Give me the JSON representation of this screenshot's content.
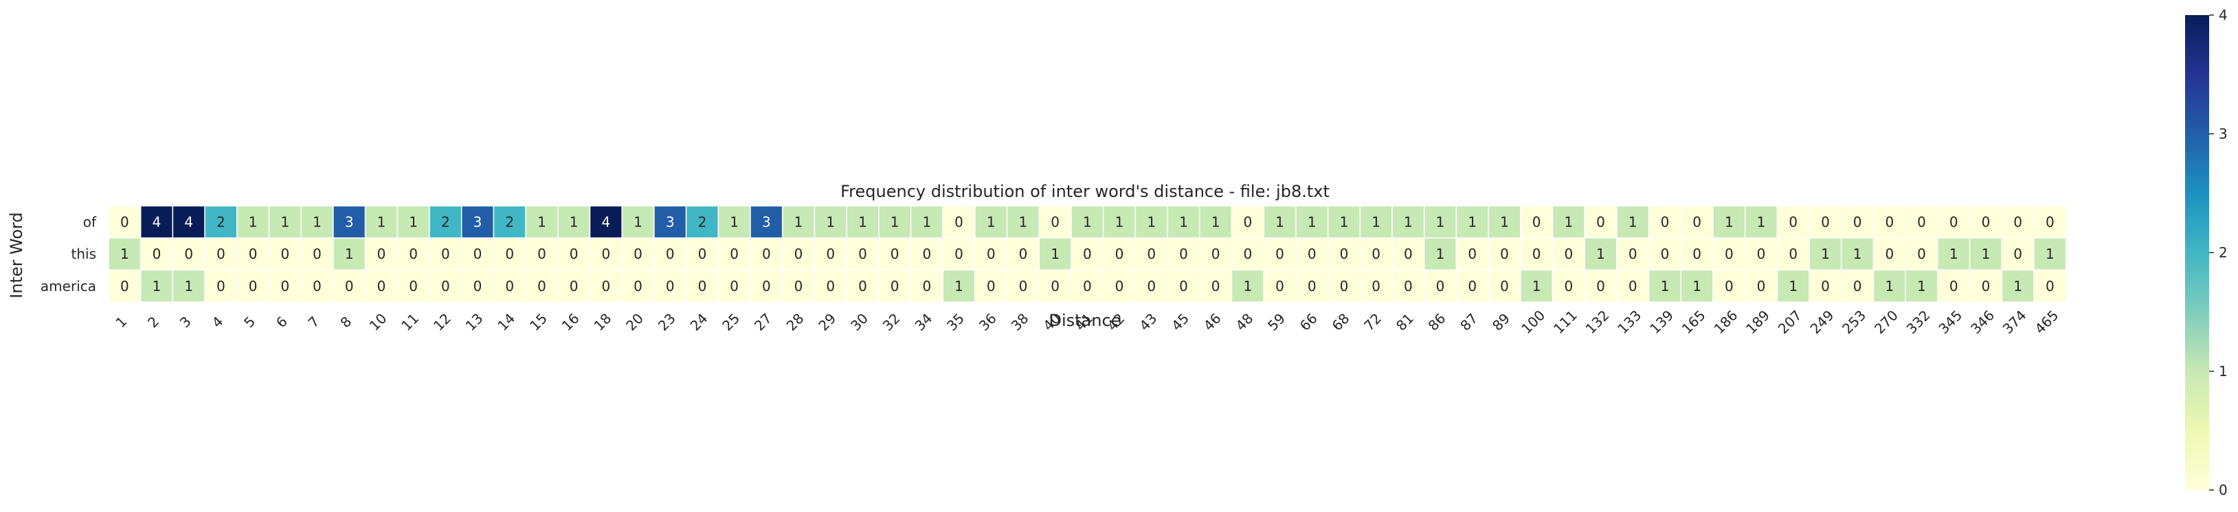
{
  "chart_data": {
    "type": "heatmap",
    "title": "Frequency distribution of inter word's distance - file: jb8.txt",
    "xlabel": "Distance",
    "ylabel": "Inter Word",
    "rows": [
      "of",
      "this",
      "america"
    ],
    "columns": [
      "1",
      "2",
      "3",
      "4",
      "5",
      "6",
      "7",
      "8",
      "10",
      "11",
      "12",
      "13",
      "14",
      "15",
      "16",
      "18",
      "20",
      "23",
      "24",
      "25",
      "27",
      "28",
      "29",
      "30",
      "32",
      "34",
      "35",
      "36",
      "38",
      "40",
      "41",
      "42",
      "43",
      "45",
      "46",
      "48",
      "59",
      "66",
      "68",
      "72",
      "81",
      "86",
      "87",
      "89",
      "100",
      "111",
      "132",
      "133",
      "139",
      "165",
      "186",
      "189",
      "207",
      "249",
      "253",
      "270",
      "332",
      "345",
      "346",
      "374",
      "465"
    ],
    "values": [
      [
        0,
        4,
        4,
        2,
        1,
        1,
        1,
        3,
        1,
        1,
        2,
        3,
        2,
        1,
        1,
        4,
        1,
        3,
        2,
        1,
        3,
        1,
        1,
        1,
        1,
        1,
        0,
        1,
        1,
        0,
        1,
        1,
        1,
        1,
        1,
        0,
        1,
        1,
        1,
        1,
        1,
        1,
        1,
        1,
        0,
        1,
        0,
        1,
        0,
        0,
        1,
        1,
        0,
        0,
        0,
        0,
        0,
        0,
        0,
        0,
        0
      ],
      [
        1,
        0,
        0,
        0,
        0,
        0,
        0,
        1,
        0,
        0,
        0,
        0,
        0,
        0,
        0,
        0,
        0,
        0,
        0,
        0,
        0,
        0,
        0,
        0,
        0,
        0,
        0,
        0,
        0,
        1,
        0,
        0,
        0,
        0,
        0,
        0,
        0,
        0,
        0,
        0,
        0,
        1,
        0,
        0,
        0,
        0,
        1,
        0,
        0,
        0,
        0,
        0,
        0,
        1,
        1,
        0,
        0,
        1,
        1,
        0,
        1
      ],
      [
        0,
        1,
        1,
        0,
        0,
        0,
        0,
        0,
        0,
        0,
        0,
        0,
        0,
        0,
        0,
        0,
        0,
        0,
        0,
        0,
        0,
        0,
        0,
        0,
        0,
        0,
        1,
        0,
        0,
        0,
        0,
        0,
        0,
        0,
        0,
        1,
        0,
        0,
        0,
        0,
        0,
        0,
        0,
        0,
        1,
        0,
        0,
        0,
        1,
        1,
        0,
        0,
        1,
        0,
        0,
        1,
        1,
        0,
        0,
        1,
        0
      ]
    ],
    "colorbar": {
      "min": 0,
      "max": 4,
      "ticks": [
        0,
        1,
        2,
        3,
        4
      ],
      "colormap": "YlGnBu"
    },
    "annotations": true,
    "grid": false
  }
}
